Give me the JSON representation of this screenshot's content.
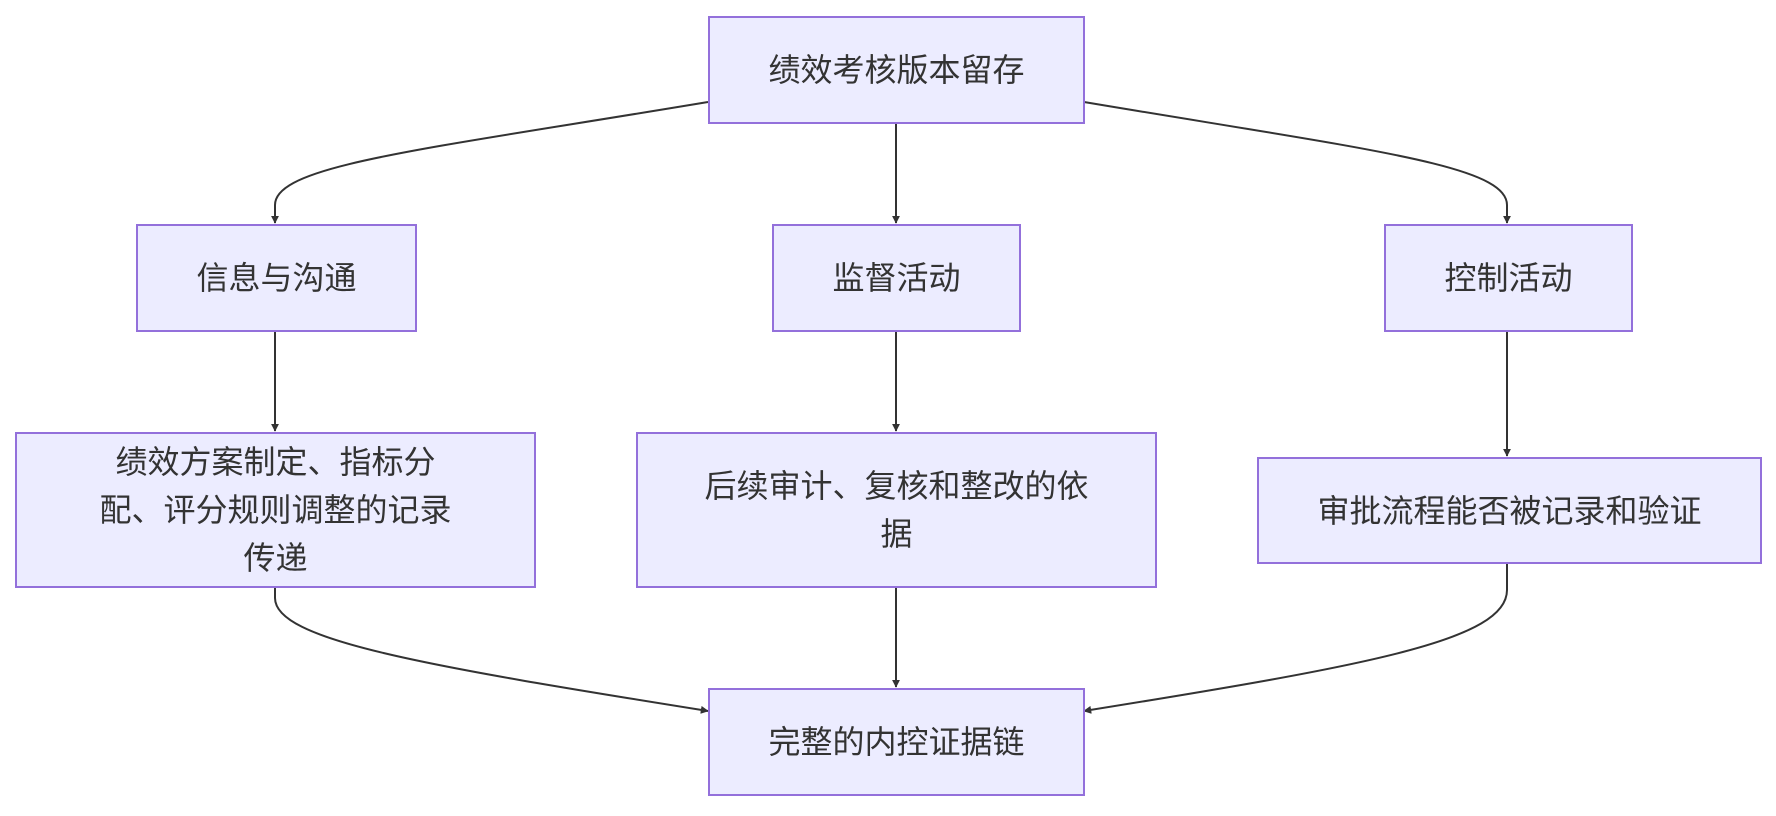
{
  "diagram": {
    "type": "flowchart",
    "colors": {
      "node_fill": "#ECECFF",
      "node_border": "#9370DB",
      "edge": "#333333",
      "text": "#333333"
    },
    "nodes": {
      "root": "绩效考核版本留存",
      "info": "信息与沟通",
      "monitor": "监督活动",
      "control": "控制活动",
      "info_detail": "绩效方案制定、指标分配、评分规则调整的记录传递",
      "monitor_detail": "后续审计、复核和整改的依据",
      "control_detail": "审批流程能否被记录和验证",
      "result": "完整的内控证据链"
    },
    "edges": [
      {
        "from": "root",
        "to": "info"
      },
      {
        "from": "root",
        "to": "monitor"
      },
      {
        "from": "root",
        "to": "control"
      },
      {
        "from": "info",
        "to": "info_detail"
      },
      {
        "from": "monitor",
        "to": "monitor_detail"
      },
      {
        "from": "control",
        "to": "control_detail"
      },
      {
        "from": "info_detail",
        "to": "result"
      },
      {
        "from": "monitor_detail",
        "to": "result"
      },
      {
        "from": "control_detail",
        "to": "result"
      }
    ]
  }
}
